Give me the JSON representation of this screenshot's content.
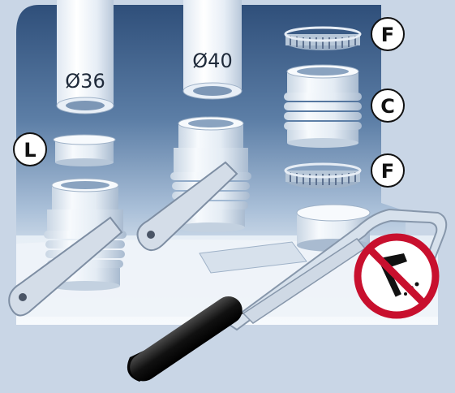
{
  "labels": {
    "diameter_left": "Ø36",
    "diameter_right": "Ø40",
    "part_l": "L",
    "part_f_top": "F",
    "part_c": "C",
    "part_f_bottom": "F"
  },
  "icons": {
    "no_hammer": "no-hammer-icon",
    "hacksaw": "hacksaw-icon",
    "spanner": "spanner-icon"
  },
  "colors": {
    "background_outer": "#c9d6e6",
    "panel_top": "#9eb7d3",
    "panel_bottom": "#3e5f86",
    "part_white": "#f2f6fb",
    "part_shade": "#c4d1e0",
    "prohibition_red": "#c8102e",
    "handle_black": "#1a1a1a"
  }
}
